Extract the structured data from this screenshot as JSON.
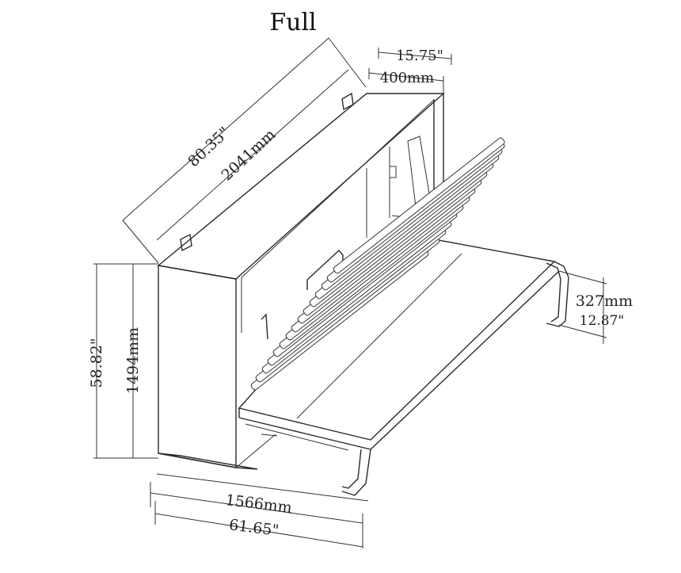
{
  "title": "Full",
  "dimensions": {
    "depth_in": "15.75\"",
    "depth_mm": "400mm",
    "width_in": "80.35\"",
    "width_mm": "2041mm",
    "height_in": "58.82\"",
    "height_mm": "1494mm",
    "length_mm": "1566mm",
    "length_in": "61.65\"",
    "leg_mm": "327mm",
    "leg_in": "12.87\""
  }
}
